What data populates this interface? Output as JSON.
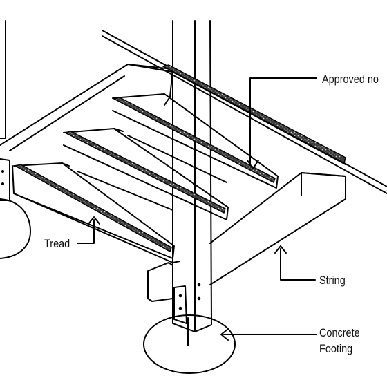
{
  "diagram": {
    "labels": {
      "approved": "Approved no",
      "tread": "Tread",
      "string": "String",
      "concrete": "Concrete",
      "footing": "Footing"
    }
  }
}
